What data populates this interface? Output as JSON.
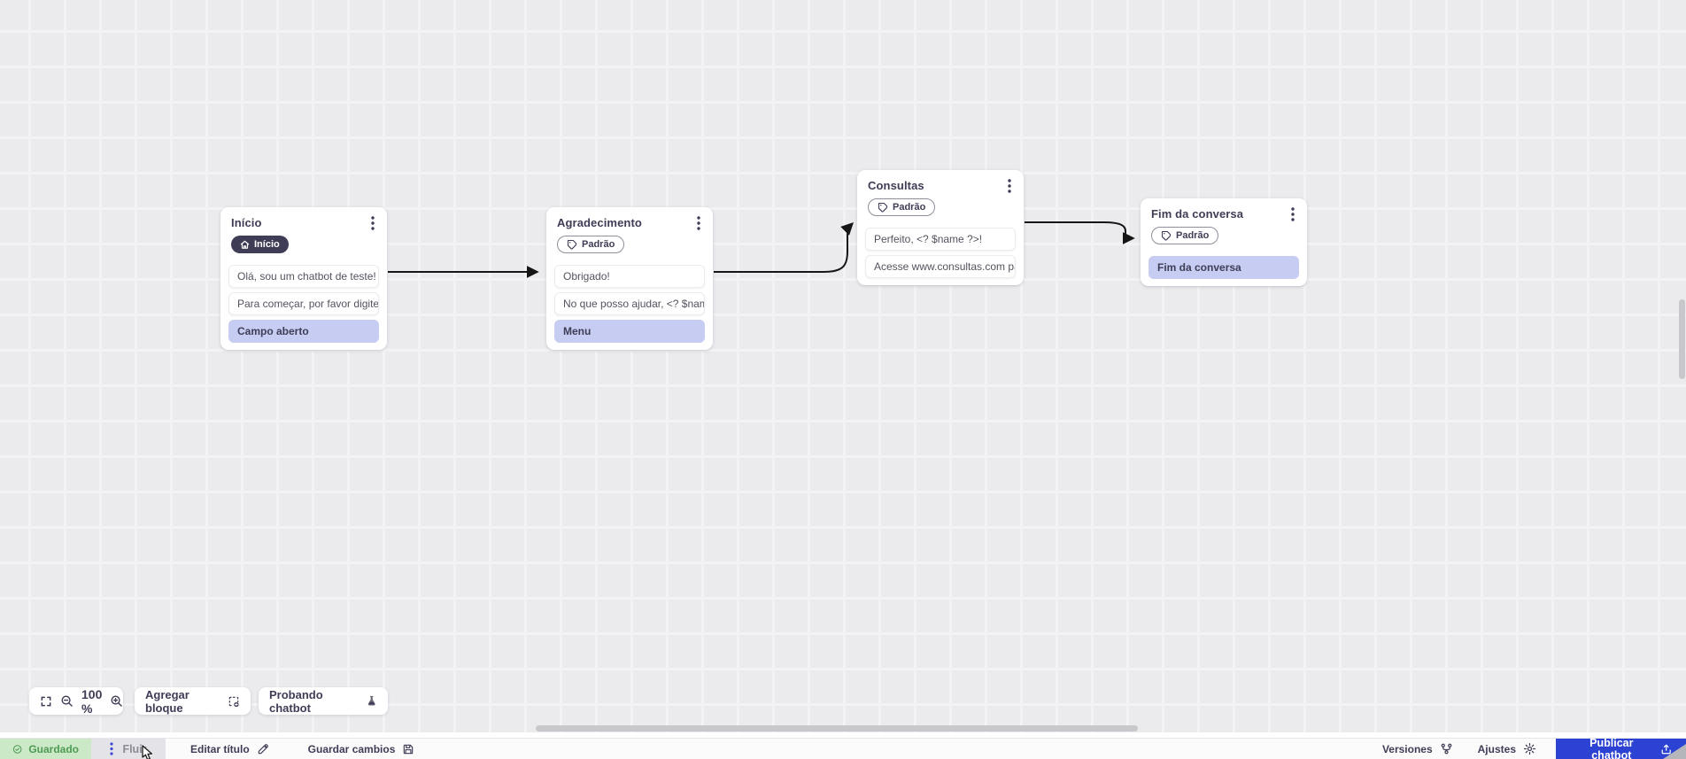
{
  "canvas": {
    "zoom_level": "100 %",
    "nodes": [
      {
        "title": "Início",
        "badge": "Início",
        "items": [
          {
            "text": "Olá, sou um chatbot de teste!",
            "kind": "message"
          },
          {
            "text": "Para começar, por favor digite o ...",
            "kind": "message"
          },
          {
            "text": "Campo aberto",
            "kind": "action"
          }
        ]
      },
      {
        "title": "Agradecimento",
        "badge": "Padrão",
        "items": [
          {
            "text": "Obrigado!",
            "kind": "message"
          },
          {
            "text": "No que posso ajudar, <? $name ...",
            "kind": "message"
          },
          {
            "text": "Menu",
            "kind": "action"
          }
        ]
      },
      {
        "title": "Consultas",
        "badge": "Padrão",
        "items": [
          {
            "text": "Perfeito, <? $name ?>!",
            "kind": "message"
          },
          {
            "text": "Acesse www.consultas.com par...",
            "kind": "message"
          }
        ]
      },
      {
        "title": "Fim da conversa",
        "badge": "Padrão",
        "items": [
          {
            "text": "Fim da conversa",
            "kind": "action"
          }
        ]
      }
    ]
  },
  "toolbar": {
    "zoom_value": "100 %",
    "add_block_label": "Agregar bloque",
    "test_chatbot_label": "Probando chatbot"
  },
  "statusbar": {
    "saved_label": "Guardado",
    "flow_tab_label": "Fluir",
    "edit_title_label": "Editar título",
    "save_changes_label": "Guardar cambios",
    "versions_label": "Versiones",
    "settings_label": "Ajustes",
    "publish_label": "Publicar chatbot"
  },
  "colors": {
    "accent_blue": "#2b42d3",
    "lavender_action": "#c6ccf2",
    "dark_slate": "#3f3d56",
    "saved_green_bg": "#cbe9c6",
    "saved_green_text": "#4e9a55",
    "canvas_bg": "#ebebee",
    "edge_black": "#161616"
  }
}
